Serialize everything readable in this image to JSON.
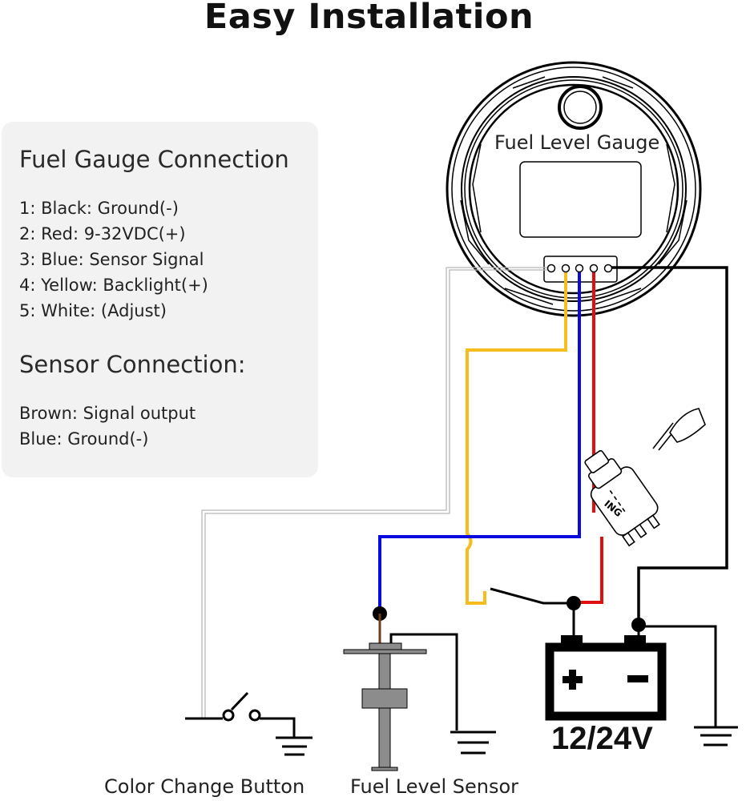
{
  "title": "Easy Installation",
  "panel": {
    "gauge_heading": "Fuel Gauge Connection",
    "gauge_wires": [
      "1: Black: Ground(-)",
      "2: Red: 9-32VDC(+)",
      "3: Blue: Sensor Signal",
      "4: Yellow: Backlight(+)",
      "5: White: (Adjust)"
    ],
    "sensor_heading": "Sensor Connection:",
    "sensor_wires": [
      "Brown: Signal output",
      "Blue: Ground(-)"
    ]
  },
  "diagram": {
    "gauge_label": "Fuel Level Gauge",
    "ignition_label": "ING",
    "battery_label": "12/24V",
    "battery_plus": "+",
    "battery_minus": "-",
    "button_label": "Color Change Button",
    "sensor_label": "Fuel Level Sensor",
    "wire_colors": {
      "black": "#000000",
      "red": "#e01010",
      "blue": "#0a0ae0",
      "yellow": "#f5be1e",
      "white": "#b8b8b8",
      "brown": "#6b3e1e"
    },
    "sensor_fill": "#8c8c8c"
  }
}
